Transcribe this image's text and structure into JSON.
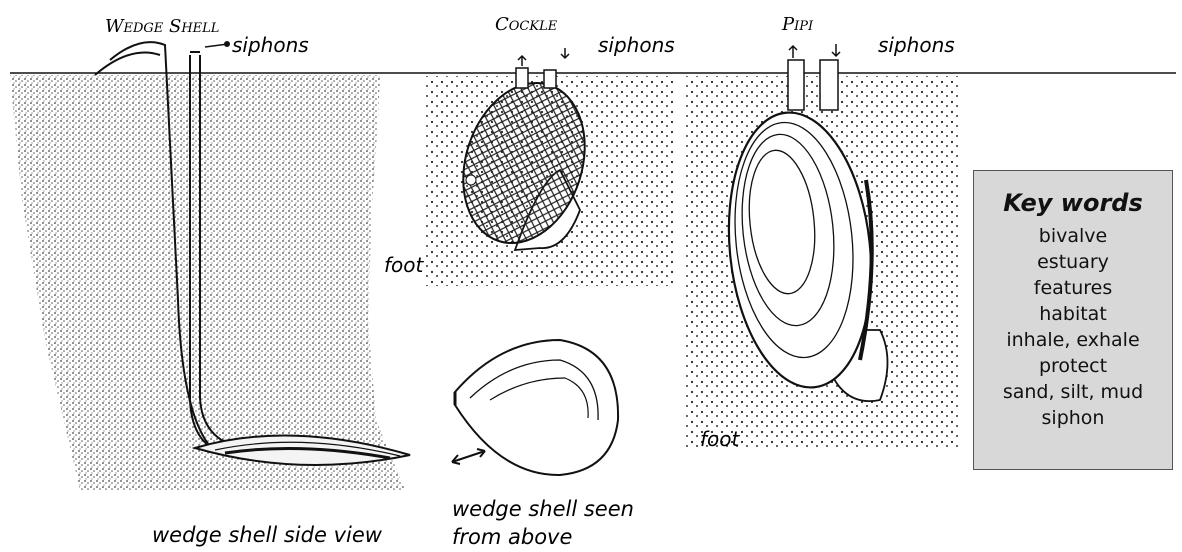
{
  "labels": {
    "wedge_title": "Wedge Shell",
    "wedge_siphons": "siphons",
    "cockle_title": "Cockle",
    "cockle_siphons": "siphons",
    "pipi_title": "Pipi",
    "pipi_siphons": "siphons",
    "cockle_foot": "foot",
    "pipi_foot": "foot",
    "wedge_side": "wedge shell side view",
    "wedge_above_1": "wedge shell seen",
    "wedge_above_2": "from above"
  },
  "key_words": {
    "title": "Key words",
    "items": [
      "bivalve",
      "estuary",
      "features",
      "habitat",
      "inhale, exhale",
      "protect",
      "sand, silt, mud",
      "siphon"
    ]
  }
}
